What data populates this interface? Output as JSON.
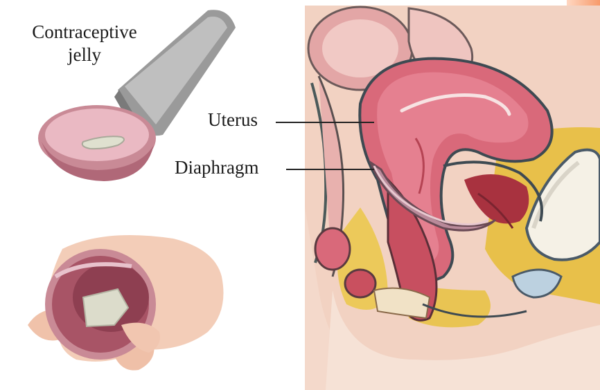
{
  "labels": {
    "contraceptive_jelly_line1": "Contraceptive",
    "contraceptive_jelly_line2": "jelly",
    "uterus": "Uterus",
    "diaphragm": "Diaphragm"
  },
  "colors": {
    "accent": "#f79a6a",
    "tissue_pink": "#d9697a",
    "tissue_dark": "#a8323f",
    "fat_yellow": "#e8c04a",
    "skin": "#f3cdb8",
    "diaphragm_rim": "#c98a96",
    "tube_gray": "#8d8d8d"
  },
  "icons": {
    "jelly_tube": "tube-icon",
    "diaphragm_cup": "diaphragm-cup-icon",
    "hand": "hand-icon",
    "anatomy": "pelvis-cross-section"
  }
}
